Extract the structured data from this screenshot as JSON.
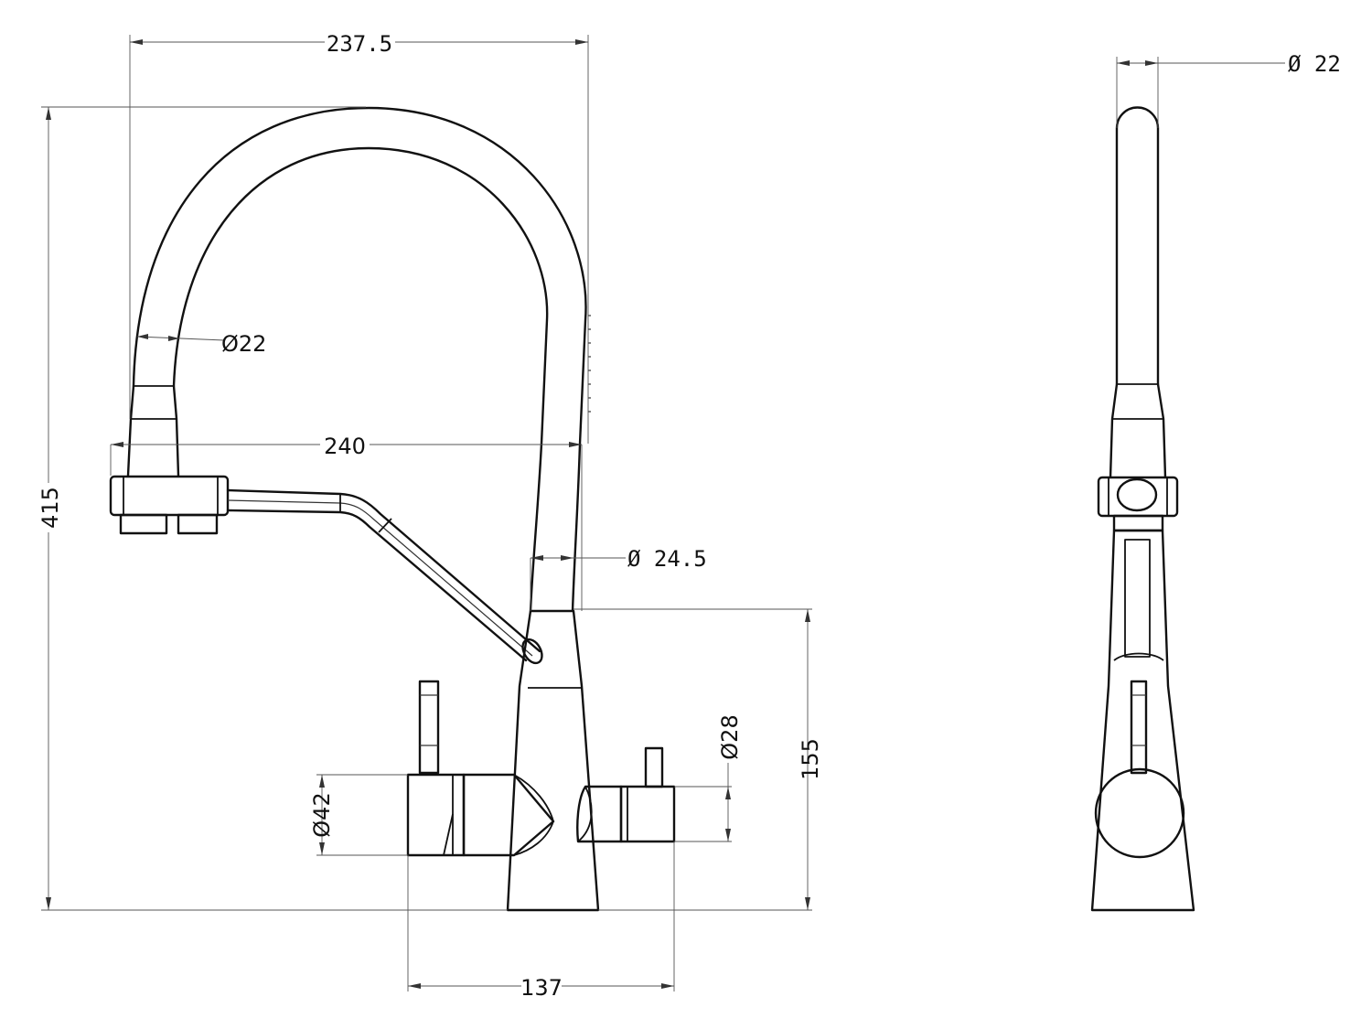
{
  "front_view": {
    "dim_reach": "237.5",
    "dim_hose_diameter": "Ø22",
    "dim_spout_length": "240",
    "dim_body_diameter": "Ø 24.5",
    "dim_total_height": "415",
    "dim_base_height": "155",
    "dim_knob_left": "Ø42",
    "dim_knob_right": "Ø28",
    "dim_handle_span": "137"
  },
  "side_view": {
    "dim_hose_diameter": "Ø 22"
  }
}
